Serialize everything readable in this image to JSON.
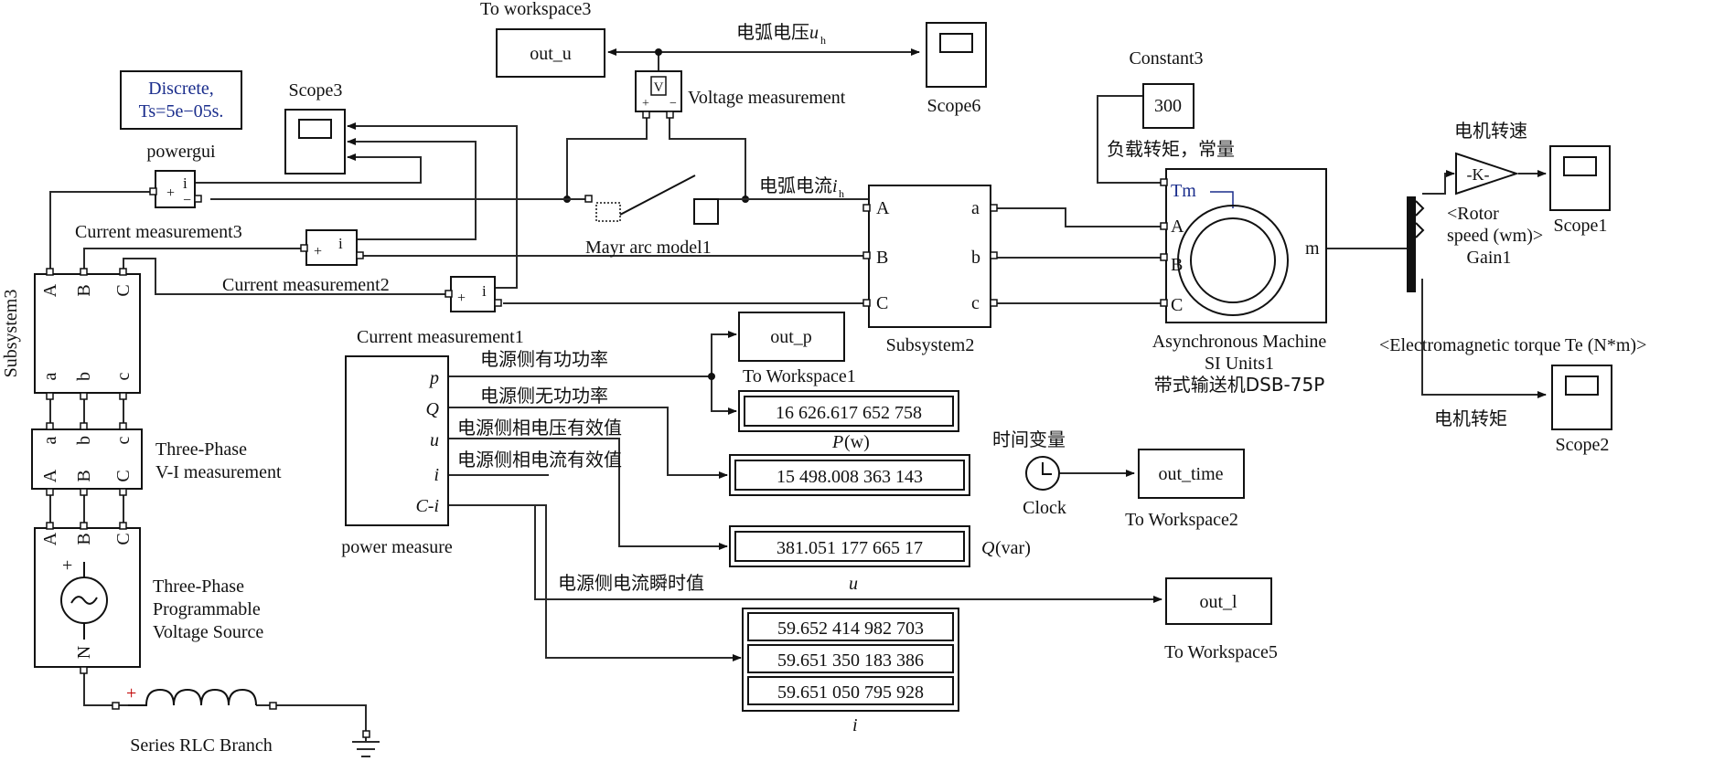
{
  "powergui": {
    "line1": "Discrete,",
    "line2": "Ts=5e−05s.",
    "name": "powergui"
  },
  "scopes": {
    "scope3": "Scope3",
    "scope6": "Scope6",
    "scope1": "Scope1",
    "scope2": "Scope2"
  },
  "workspace": {
    "out_u_label": "To workspace3",
    "out_u": "out_u",
    "out_p": "out_p",
    "out_p_label": "To Workspace1",
    "out_time": "out_time",
    "out_time_label": "To Workspace2",
    "out_l": "out_l",
    "out_l_label": "To Workspace5"
  },
  "signals": {
    "arc_voltage": "电弧电压",
    "arc_voltage_sym": "u",
    "arc_voltage_sub": "h",
    "arc_current": "电弧电流",
    "arc_current_sym": "i",
    "arc_current_sub": "h",
    "load_torque": "负载转矩，常量",
    "motor_speed": "电机转速",
    "motor_torque": "电机转矩",
    "active_power": "电源侧有功功率",
    "reactive_power": "电源侧无功功率",
    "phase_voltage_rms": "电源侧相电压有效值",
    "phase_current_rms": "电源侧相电流有效值",
    "current_instant": "电源侧电流瞬时值",
    "time_var": "时间变量"
  },
  "blocks": {
    "voltage_measurement": "Voltage measurement",
    "constant3": "Constant3",
    "constant_value": "300",
    "current_measurement1": "Current measurement1",
    "current_measurement2": "Current measurement2",
    "current_measurement3": "Current measurement3",
    "mayr": "Mayr arc model1",
    "subsystem2": "Subsystem2",
    "subsystem3": "Subsystem3",
    "async1": "Asynchronous Machine",
    "async2": "SI Units1",
    "async3": "带式输送机DSB-75P",
    "tm": "Tm",
    "m": "m",
    "gain": "Gain1",
    "gain_k": "-K-",
    "rotor1": "<Rotor",
    "rotor2": "speed (wm)>",
    "em_torque": "<Electromagnetic torque Te (N*m)>",
    "vi1": "Three-Phase",
    "vi2": "V-I measurement",
    "src1": "Three-Phase",
    "src2": "Programmable",
    "src3": "Voltage Source",
    "rlc": "Series RLC Branch",
    "power_measure": "power measure",
    "clock": "Clock",
    "pm_p": "p",
    "pm_q": "Q",
    "pm_u": "u",
    "pm_i": "i",
    "pm_ci": "C-i"
  },
  "displays": {
    "p": "16 626.617 652 758",
    "p_lbl_sym": "P",
    "p_lbl_unit": "(w)",
    "q": "15 498.008 363 143",
    "u": "381.051 177 665 17",
    "q_lbl_sym": "Q",
    "q_lbl_unit": "(var)",
    "u_lbl": "u",
    "i1": "59.652 414 982 703",
    "i2": "59.651 350 183 386",
    "i3": "59.651 050 795 928",
    "i_lbl": "i"
  },
  "ports": {
    "A": "A",
    "B": "B",
    "C": "C",
    "a": "a",
    "b": "b",
    "c": "c",
    "N": "N",
    "plus": "+",
    "minus": "−",
    "i": "i",
    "V": "V"
  }
}
